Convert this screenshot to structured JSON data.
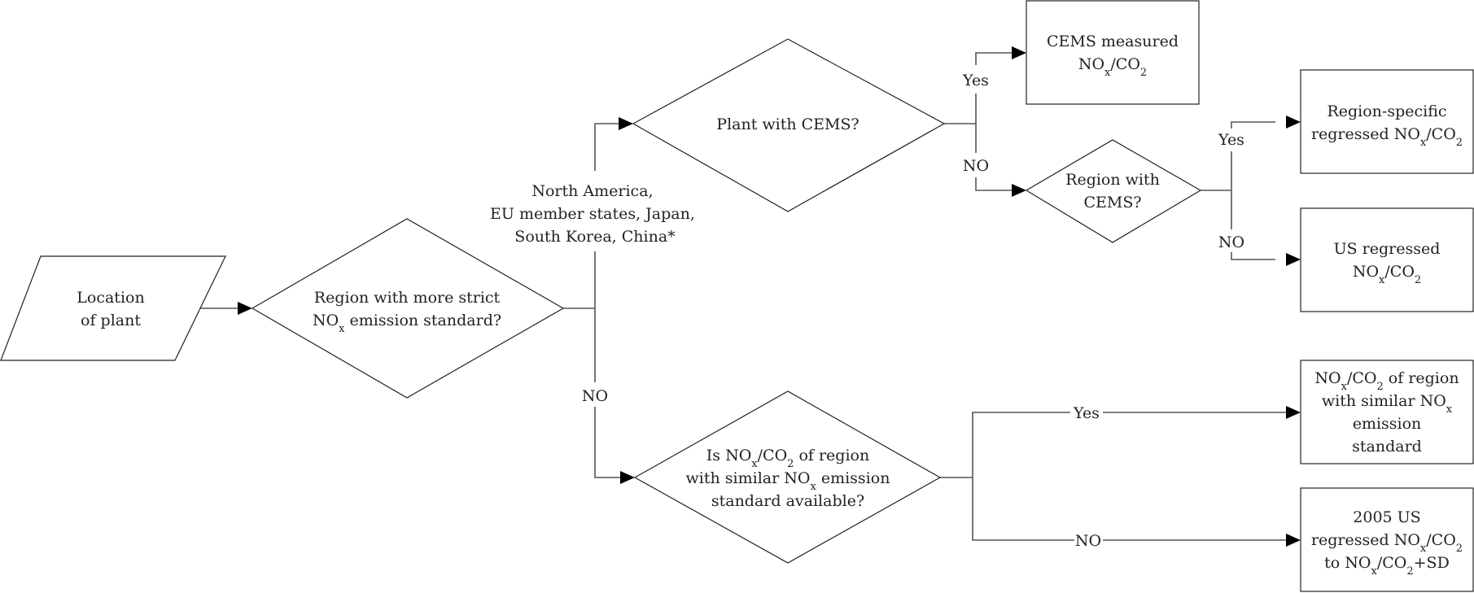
{
  "nodes": {
    "location": {
      "type": "parallelogram",
      "lines": [
        [
          "Location"
        ],
        [
          "of plant"
        ]
      ]
    },
    "strict_standard": {
      "type": "decision",
      "lines": [
        [
          "Region with more strict"
        ],
        [
          "NO",
          {
            "sub": "x"
          },
          " emission standard?"
        ]
      ]
    },
    "plant_cems": {
      "type": "decision",
      "lines": [
        [
          "Plant with CEMS?"
        ]
      ]
    },
    "cems_measured": {
      "type": "process",
      "lines": [
        [
          "CEMS measured"
        ],
        [
          "NO",
          {
            "sub": "x"
          },
          "/CO",
          {
            "sub": "2"
          }
        ]
      ]
    },
    "region_cems": {
      "type": "decision",
      "lines": [
        [
          "Region with"
        ],
        [
          "CEMS?"
        ]
      ]
    },
    "region_specific": {
      "type": "process",
      "lines": [
        [
          "Region-specific"
        ],
        [
          "regressed NO",
          {
            "sub": "x"
          },
          "/CO",
          {
            "sub": "2"
          }
        ]
      ]
    },
    "us_regressed": {
      "type": "process",
      "lines": [
        [
          "US regressed"
        ],
        [
          "NO",
          {
            "sub": "x"
          },
          "/CO",
          {
            "sub": "2"
          }
        ]
      ]
    },
    "similar_available": {
      "type": "decision",
      "lines": [
        [
          "Is NO",
          {
            "sub": "x"
          },
          "/CO",
          {
            "sub": "2"
          },
          " of region"
        ],
        [
          "with similar NO",
          {
            "sub": "x"
          },
          " emission"
        ],
        [
          "standard available?"
        ]
      ]
    },
    "similar_region": {
      "type": "process",
      "lines": [
        [
          "NO",
          {
            "sub": "x"
          },
          "/CO",
          {
            "sub": "2"
          },
          " of region"
        ],
        [
          "with similar NO",
          {
            "sub": "x"
          }
        ],
        [
          "emission"
        ],
        [
          "standard"
        ]
      ]
    },
    "us_2005": {
      "type": "process",
      "lines": [
        [
          "2005 US"
        ],
        [
          "regressed NO",
          {
            "sub": "x"
          },
          "/CO",
          {
            "sub": "2"
          }
        ],
        [
          "to NO",
          {
            "sub": "x"
          },
          "/CO",
          {
            "sub": "2"
          },
          "+SD"
        ]
      ]
    }
  },
  "edge_labels": {
    "strict_yes": [
      "North America,",
      "EU member states, Japan,",
      "South Korea, China*"
    ],
    "strict_no": "NO",
    "plant_cems_yes": "Yes",
    "plant_cems_no": "NO",
    "region_cems_yes": "Yes",
    "region_cems_no": "NO",
    "similar_yes": "Yes",
    "similar_no": "NO"
  },
  "edges": [
    {
      "from": "location",
      "to": "strict_standard"
    },
    {
      "from": "strict_standard",
      "to": "plant_cems",
      "label": "strict_yes"
    },
    {
      "from": "strict_standard",
      "to": "similar_available",
      "label": "strict_no"
    },
    {
      "from": "plant_cems",
      "to": "cems_measured",
      "label": "plant_cems_yes"
    },
    {
      "from": "plant_cems",
      "to": "region_cems",
      "label": "plant_cems_no"
    },
    {
      "from": "region_cems",
      "to": "region_specific",
      "label": "region_cems_yes"
    },
    {
      "from": "region_cems",
      "to": "us_regressed",
      "label": "region_cems_no"
    },
    {
      "from": "similar_available",
      "to": "similar_region",
      "label": "similar_yes"
    },
    {
      "from": "similar_available",
      "to": "us_2005",
      "label": "similar_no"
    }
  ]
}
